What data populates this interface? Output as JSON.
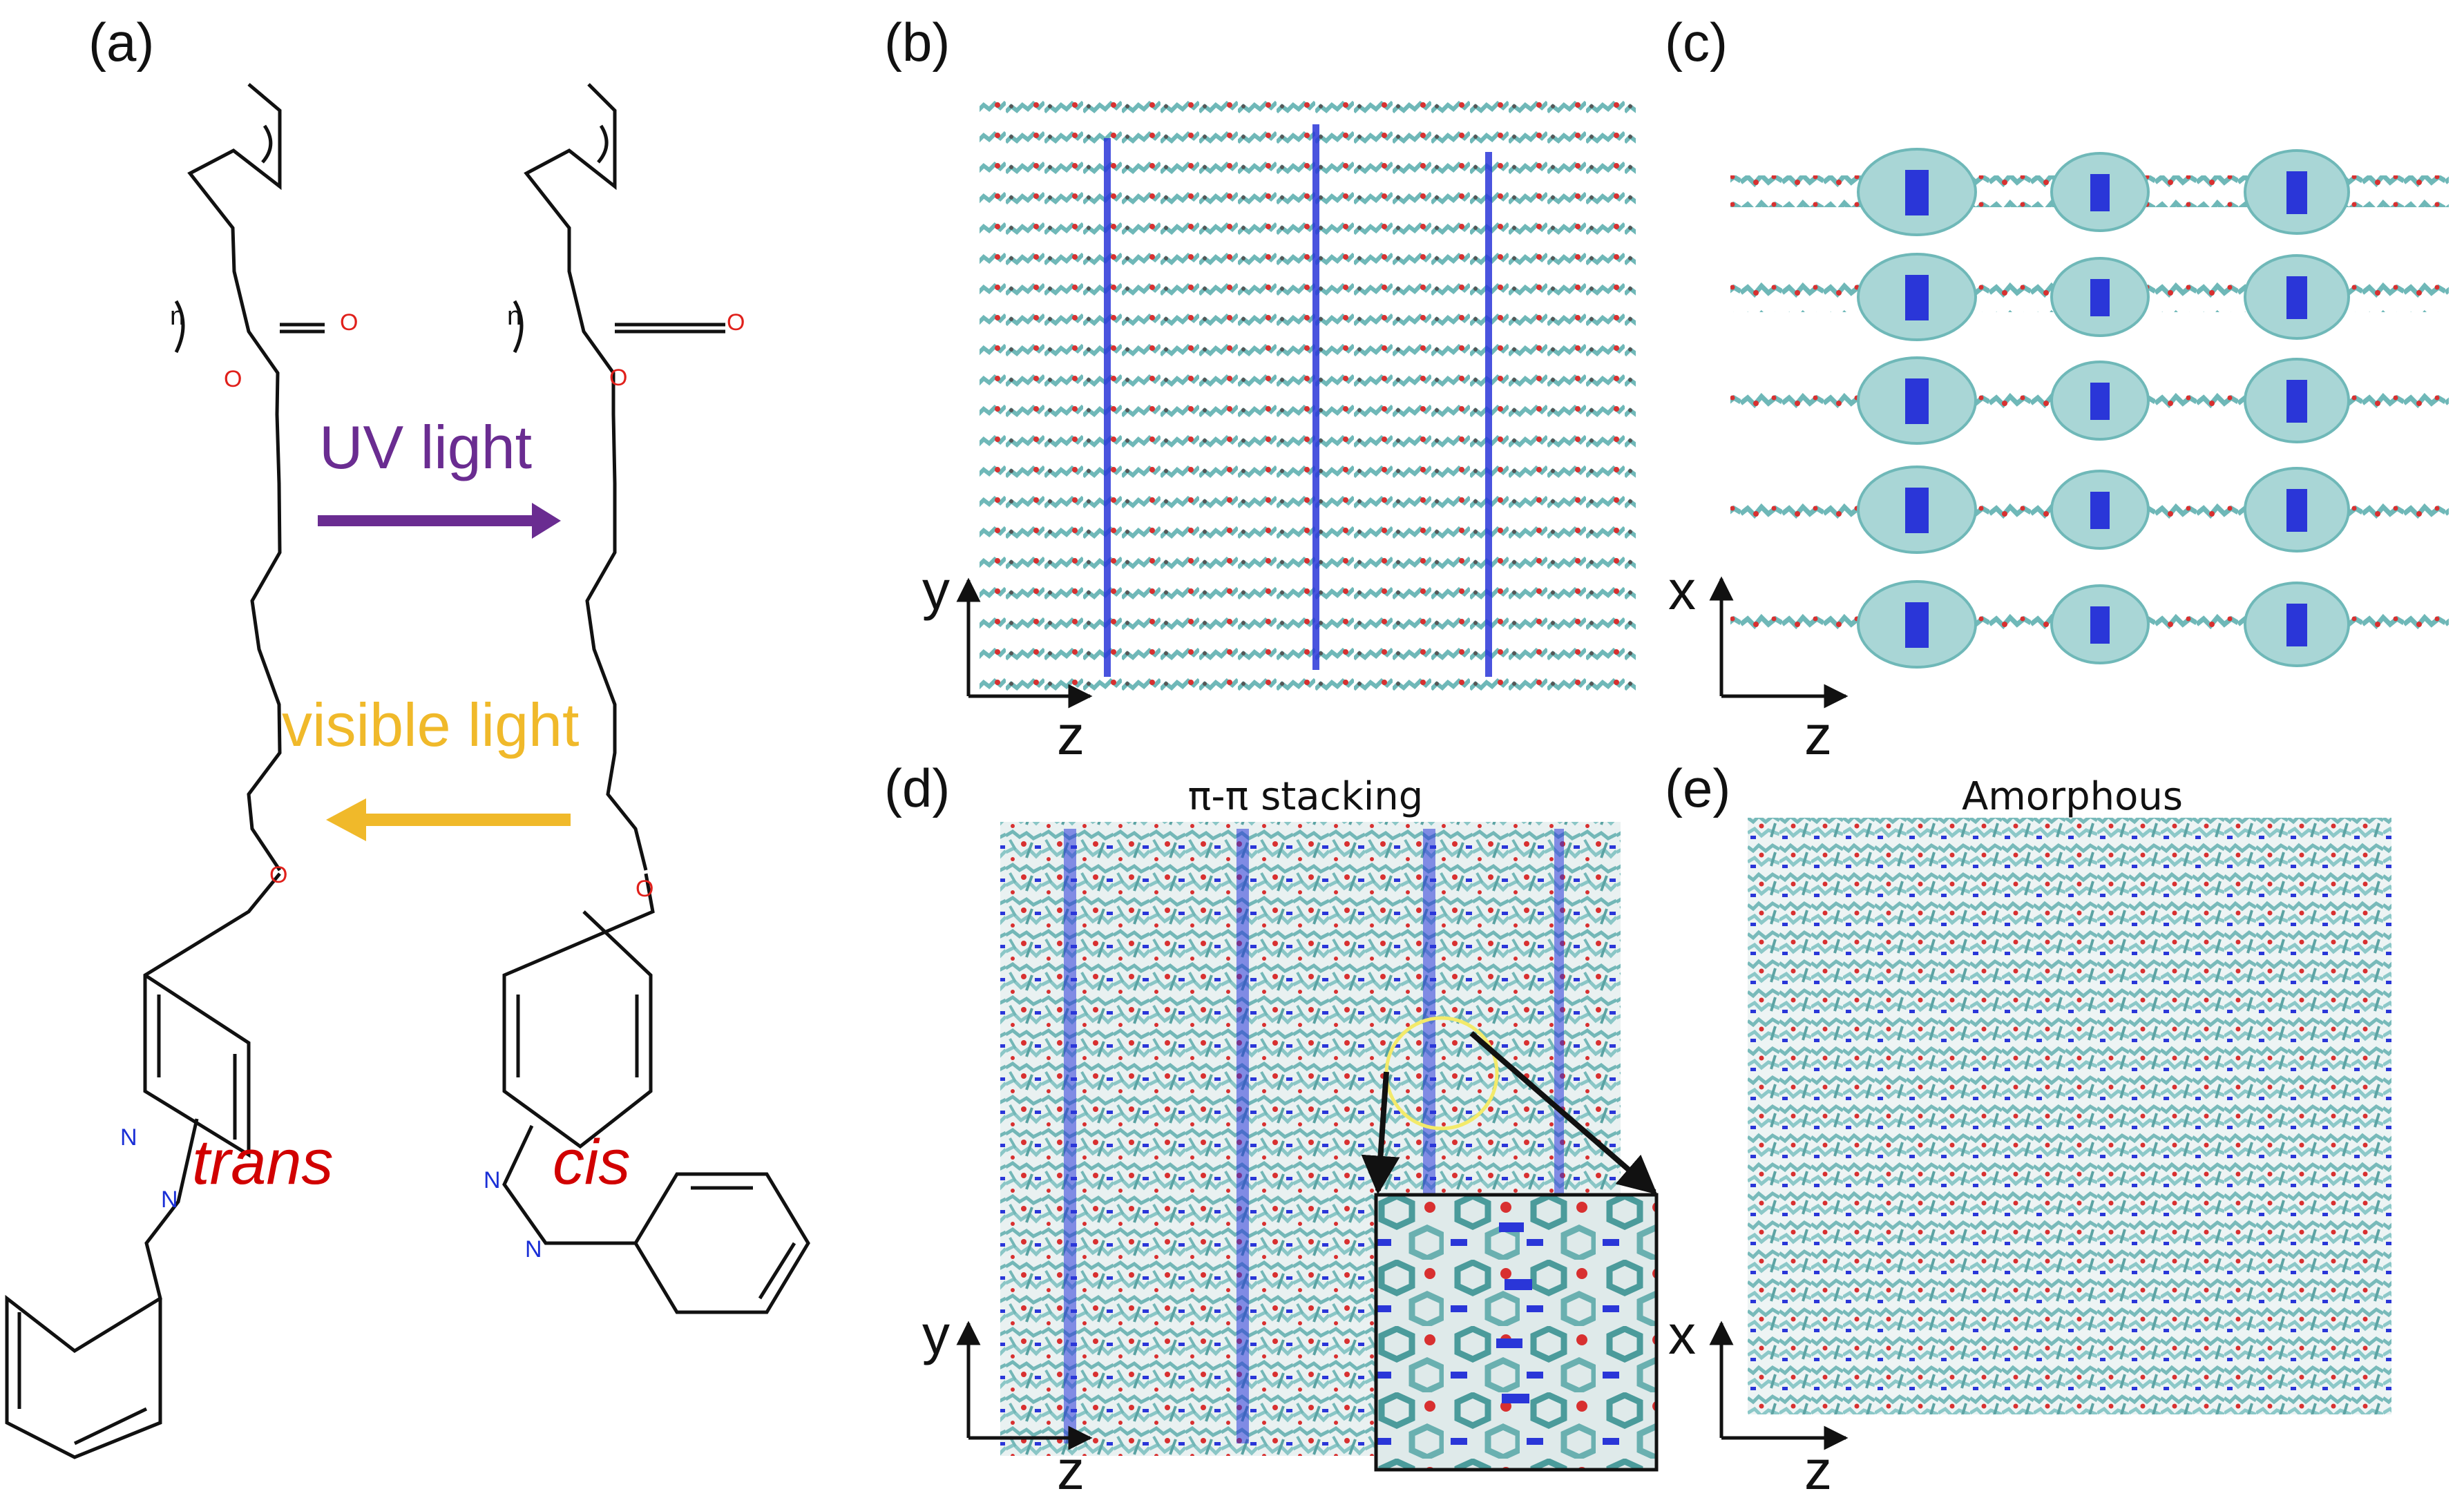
{
  "panels": {
    "a": {
      "label": "(a)",
      "subscript_n_left": "n",
      "subscript_n_right": "n",
      "oxygen": "O",
      "nitrogen": "N",
      "forward_arrow_label": "UV light",
      "reverse_arrow_label": "visible light",
      "left_isomer": "trans",
      "right_isomer": "cis",
      "colors": {
        "uv": "#6a2c91",
        "visible": "#f0b92a",
        "oxygen": "#e0201b",
        "nitrogen": "#1a2fd6",
        "isomer": "#d10000"
      }
    },
    "b": {
      "label": "(b)",
      "axis_vertical": "y",
      "axis_horizontal": "z"
    },
    "c": {
      "label": "(c)",
      "axis_vertical": "x",
      "axis_horizontal": "z"
    },
    "d": {
      "label": "(d)",
      "title": "π-π stacking",
      "axis_vertical": "y",
      "axis_horizontal": "z"
    },
    "e": {
      "label": "(e)",
      "title": "Amorphous",
      "axis_vertical": "x",
      "axis_horizontal": "z"
    }
  },
  "palette": {
    "backbone": "#6fb8b8",
    "oxygen": "#d83030",
    "nitrogen": "#2a36d8",
    "highlight": "#f3ea6a"
  }
}
